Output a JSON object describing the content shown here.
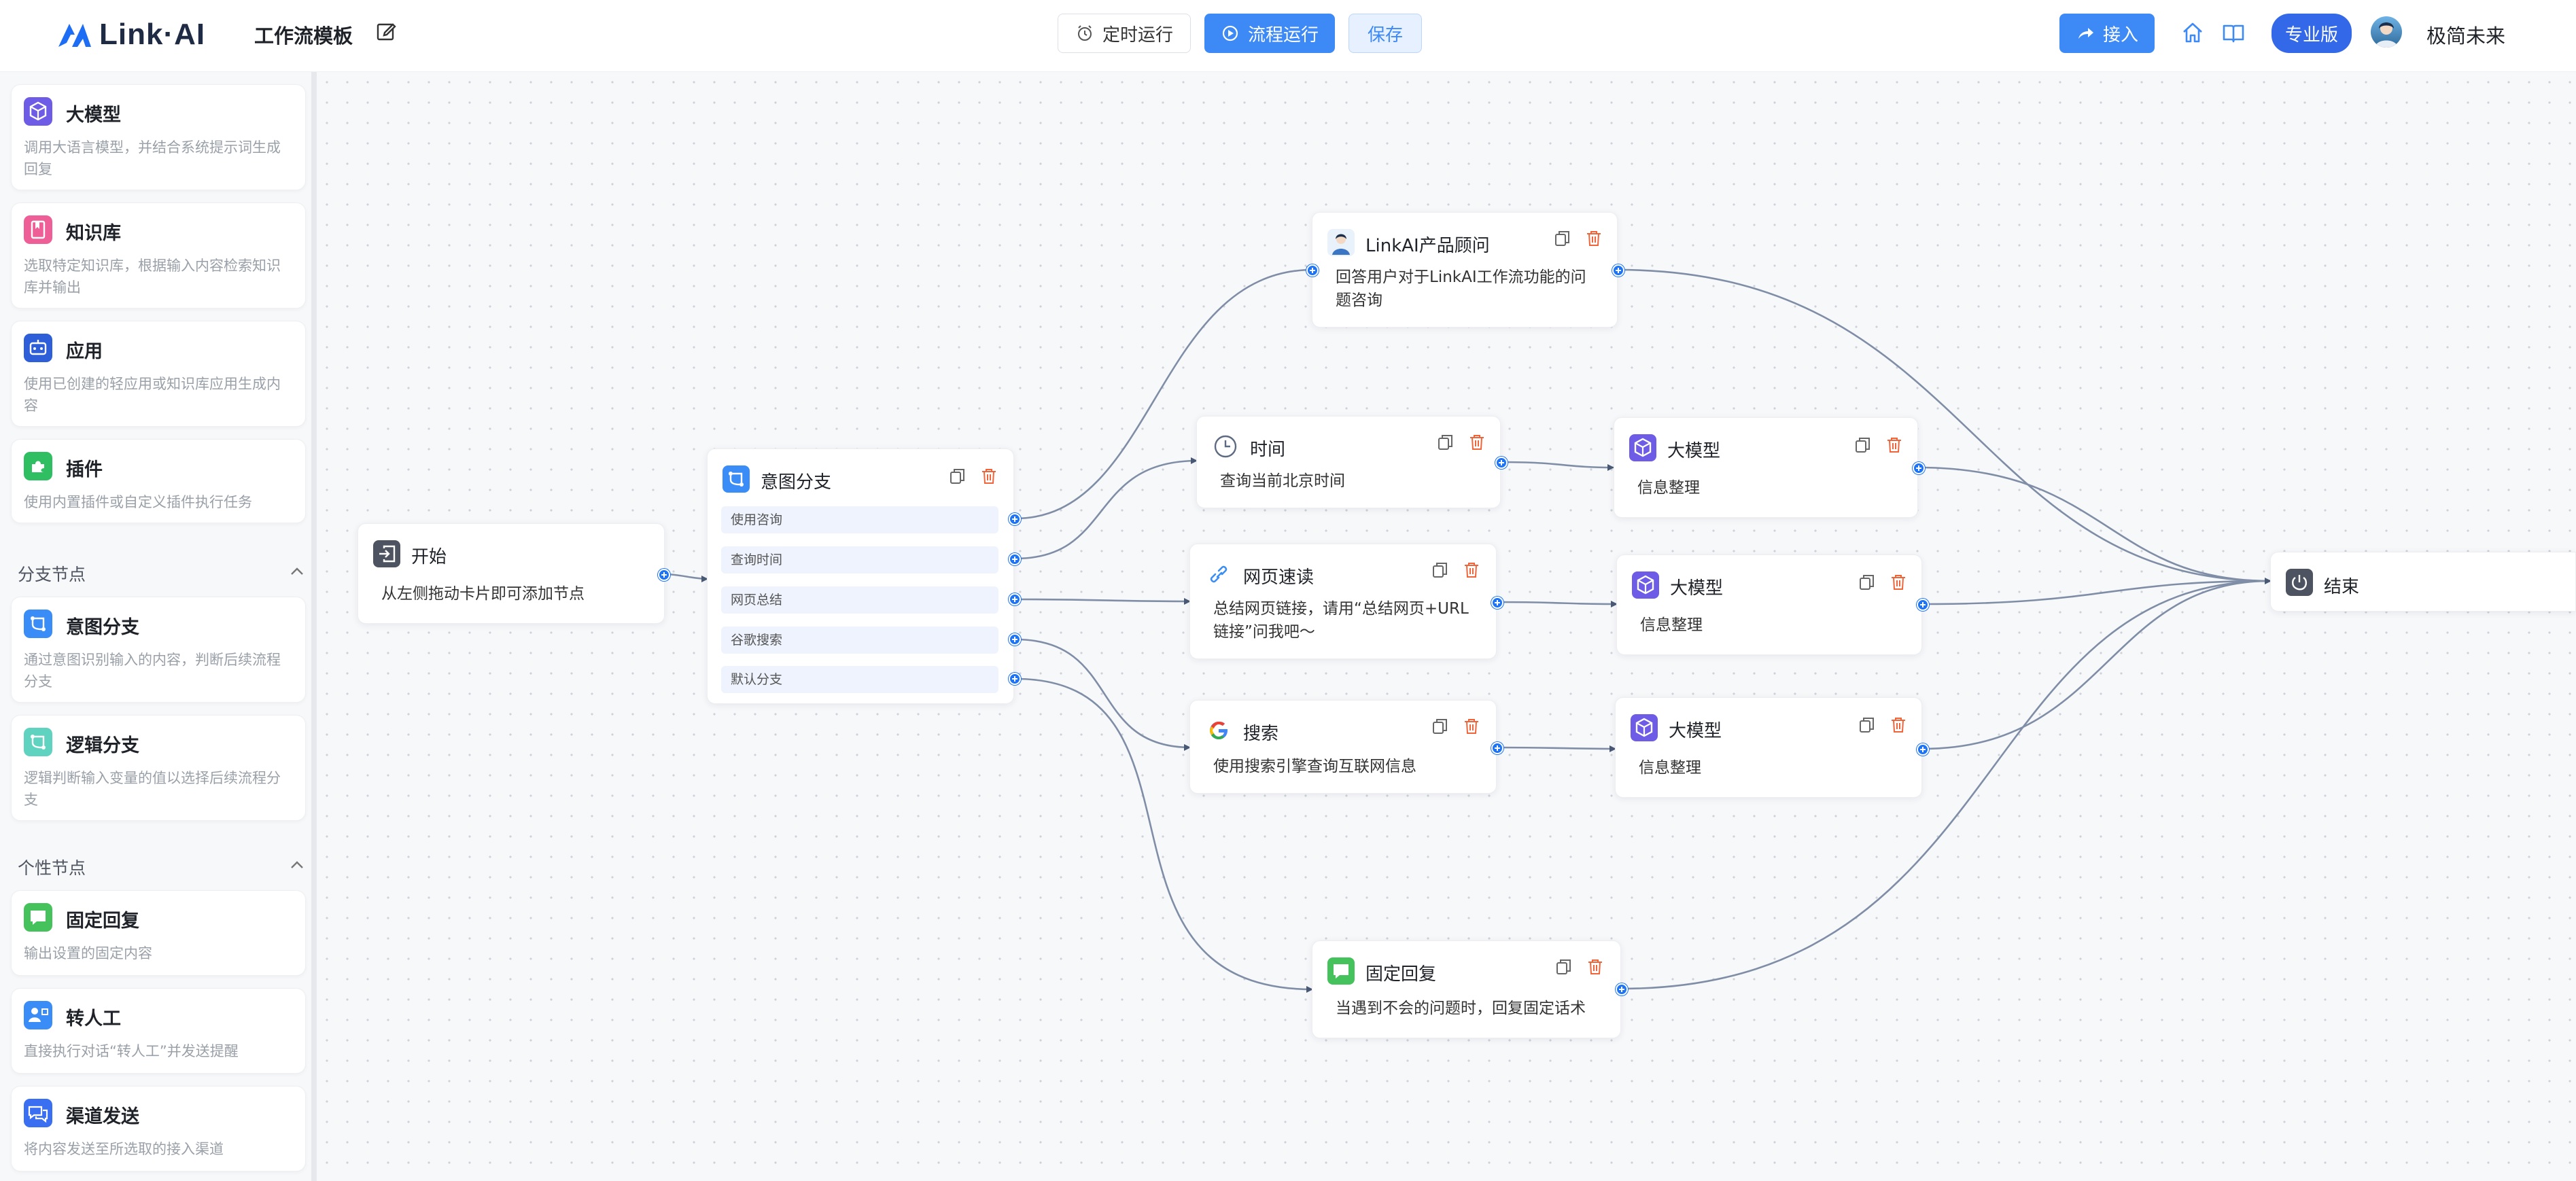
{
  "header": {
    "logo_text": "Link·AI",
    "title": "工作流模板",
    "btn_timer": "定时运行",
    "btn_run": "流程运行",
    "btn_save": "保存",
    "btn_access": "接入",
    "btn_pro": "专业版",
    "username": "极简未来"
  },
  "sidebar": {
    "cards": [
      {
        "title": "大模型",
        "desc": "调用大语言模型，并结合系统提示词生成回复",
        "icon": "llm-icon"
      },
      {
        "title": "知识库",
        "desc": "选取特定知识库，根据输入内容检索知识库并输出",
        "icon": "knowledge-icon"
      },
      {
        "title": "应用",
        "desc": "使用已创建的轻应用或知识库应用生成内容",
        "icon": "app-icon"
      },
      {
        "title": "插件",
        "desc": "使用内置插件或自定义插件执行任务",
        "icon": "plugin-icon"
      }
    ],
    "section_branch": "分支节点",
    "branch_cards": [
      {
        "title": "意图分支",
        "desc": "通过意图识别输入的内容，判断后续流程分支",
        "icon": "intent-icon"
      },
      {
        "title": "逻辑分支",
        "desc": "逻辑判断输入变量的值以选择后续流程分支",
        "icon": "logic-icon"
      }
    ],
    "section_custom": "个性节点",
    "custom_cards": [
      {
        "title": "固定回复",
        "desc": "输出设置的固定内容",
        "icon": "reply-icon"
      },
      {
        "title": "转人工",
        "desc": "直接执行对话“转人工”并发送提醒",
        "icon": "human-icon"
      },
      {
        "title": "渠道发送",
        "desc": "将内容发送至所选取的接入渠道",
        "icon": "channel-icon"
      }
    ]
  },
  "nodes": {
    "start": {
      "title": "开始",
      "desc": "从左侧拖动卡片即可添加节点"
    },
    "intent": {
      "title": "意图分支",
      "branches": [
        "使用咨询",
        "查询时间",
        "网页总结",
        "谷歌搜索",
        "默认分支"
      ]
    },
    "advisor": {
      "title": "LinkAI产品顾问",
      "desc1": "回答用户对于LinkAI工作流功能的问",
      "desc2": "题咨询"
    },
    "time": {
      "title": "时间",
      "desc": "查询当前北京时间"
    },
    "web": {
      "title": "网页速读",
      "desc1": "总结网页链接，请用“总结网页+URL",
      "desc2": "链接”问我吧～"
    },
    "search": {
      "title": "搜索",
      "desc": "使用搜索引擎查询互联网信息"
    },
    "reply": {
      "title": "固定回复",
      "desc": "当遇到不会的问题时，回复固定话术"
    },
    "llm1": {
      "title": "大模型",
      "desc": "信息整理"
    },
    "llm2": {
      "title": "大模型",
      "desc": "信息整理"
    },
    "llm3": {
      "title": "大模型",
      "desc": "信息整理"
    },
    "end": {
      "title": "结束"
    }
  },
  "colors": {
    "accent": "#3d8af7",
    "edge": "#7f8ea6",
    "port": "#1d74f5",
    "delete": "#f0643a"
  }
}
